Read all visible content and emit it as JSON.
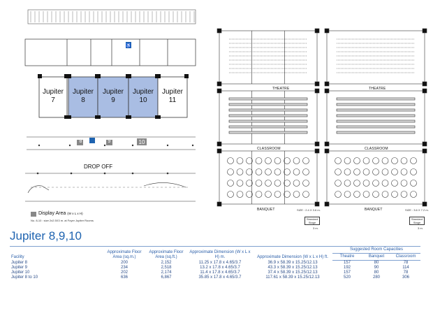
{
  "floorplan": {
    "rooms": [
      {
        "name": "Jupiter",
        "num": "7",
        "highlight": false
      },
      {
        "name": "Jupiter",
        "num": "8",
        "highlight": true
      },
      {
        "name": "Jupiter",
        "num": "9",
        "highlight": true
      },
      {
        "name": "Jupiter",
        "num": "10",
        "highlight": true
      },
      {
        "name": "Jupiter",
        "num": "11",
        "highlight": false
      }
    ],
    "display_markers": [
      "8",
      "9",
      "10"
    ],
    "drop_off": "DROP OFF",
    "legend_label": "Display Area",
    "legend_units": "(W x L x H)",
    "legend_note": "No. 8-10 : size 2x2.5X3 m. at Foyer Jupiter Rooms",
    "colors": {
      "highlight": "#a9bde3",
      "accent": "#1e63b0"
    }
  },
  "layouts": {
    "theatre": "THEATRE",
    "classroom": "CLASSROOM",
    "banquet": "BANQUET",
    "banquet_left_size": "SIZE : 2.4 X 3.6 m.",
    "banquet_right_size": "SIZE : 3.6 X 7.2 m.",
    "stage_label": "Standard Stage",
    "stage_dim": "3 m."
  },
  "title": "Jupiter 8,9,10",
  "table": {
    "group_header": "Suggested Room Capacities",
    "headers": [
      "Facility",
      "Approximate Floor Area (sq.m.)",
      "Approximate Floor Area (sq.ft.)",
      "Approximate Dimension (W x L x H) m.",
      "Approximate Dimension (W x L x H) ft.",
      "Theatre",
      "Banquet",
      "Classroom"
    ],
    "rows": [
      [
        "Jupiter 8",
        "200",
        "2,152",
        "11.25 x 17.8 x 4.65/3.7",
        "36.9 x 58.39 x 15.25/12.13",
        "157",
        "80",
        "78"
      ],
      [
        "Jupiter 9",
        "234",
        "2,518",
        "13.2 x 17.8 x 4.65/3.7",
        "43.3 x 58.39 x 15.25/12.13",
        "192",
        "90",
        "114"
      ],
      [
        "Jupiter 10",
        "202",
        "2,174",
        "11.4 x 17.8 x 4.65/3.7",
        "37.4 x 58.39 x 15.25/12.13",
        "157",
        "80",
        "78"
      ],
      [
        "Jupiter 8 to 10",
        "636",
        "6,867",
        "35.85 x 17.8 x 4.65/3.7",
        "117.61 x 58.39 x 15.25/12.13",
        "520",
        "280",
        "306"
      ]
    ]
  }
}
